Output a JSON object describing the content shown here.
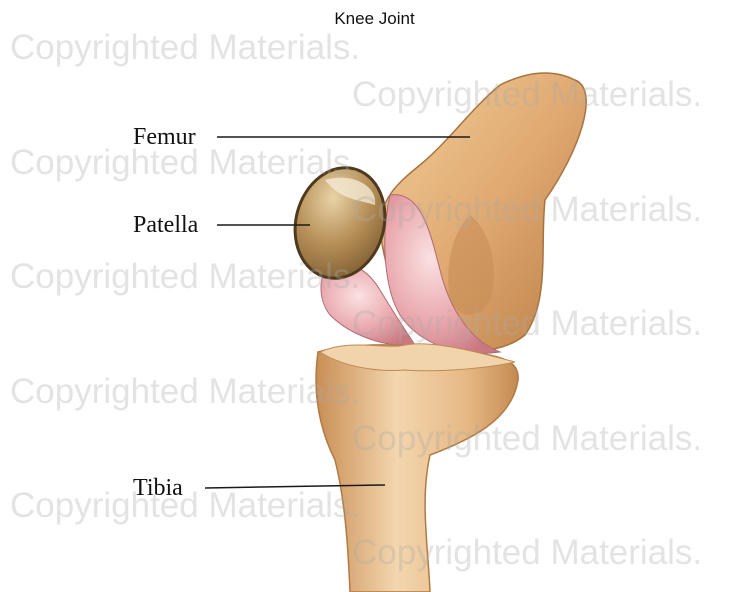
{
  "title": "Knee Joint",
  "labels": {
    "femur": "Femur",
    "patella": "Patella",
    "tibia": "Tibia"
  },
  "watermark": "Copyrighted Materials.",
  "colors": {
    "bone": "#e3b27c",
    "bone_shadow": "#b57a45",
    "cartilage": "#e9a7ad",
    "patella": "#b48e52"
  }
}
